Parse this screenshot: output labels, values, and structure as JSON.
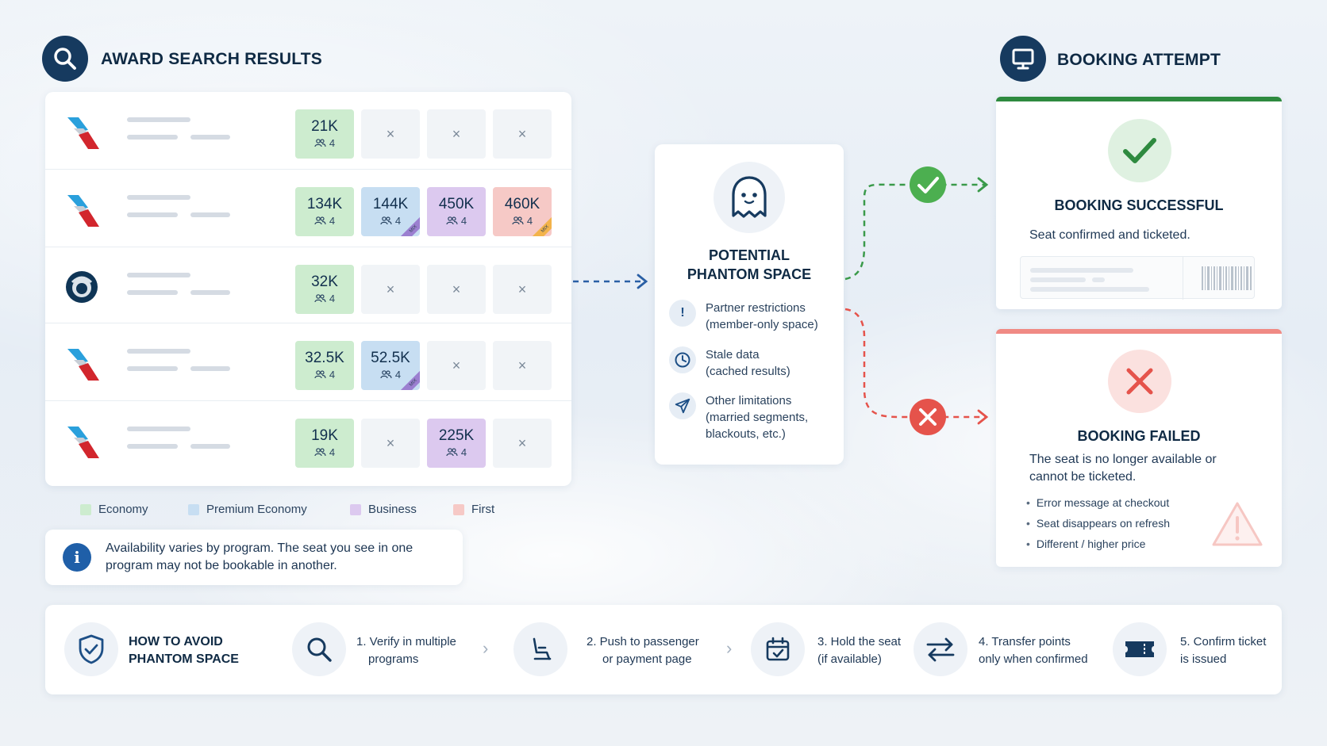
{
  "search": {
    "title": "AWARD SEARCH RESULTS",
    "icon": "search-icon",
    "rows": [
      {
        "logo": "airline-logo-tail",
        "cells": [
          {
            "cabin": "economy",
            "value": "21K",
            "seats": "4"
          },
          {
            "empty": true,
            "symbol": "×"
          },
          {
            "empty": true,
            "symbol": "×"
          },
          {
            "empty": true,
            "symbol": "×"
          }
        ]
      },
      {
        "logo": "airline-logo-tail",
        "cells": [
          {
            "cabin": "economy",
            "value": "134K",
            "seats": "4"
          },
          {
            "cabin": "premium",
            "value": "144K",
            "seats": "4",
            "mix": "MIX"
          },
          {
            "cabin": "business",
            "value": "450K",
            "seats": "4"
          },
          {
            "cabin": "first",
            "value": "460K",
            "seats": "4",
            "mix": "MIX"
          }
        ]
      },
      {
        "logo": "airline-logo-eskimo",
        "cells": [
          {
            "cabin": "economy",
            "value": "32K",
            "seats": "4"
          },
          {
            "empty": true,
            "symbol": "×"
          },
          {
            "empty": true,
            "symbol": "×"
          },
          {
            "empty": true,
            "symbol": "×"
          }
        ]
      },
      {
        "logo": "airline-logo-tail",
        "cells": [
          {
            "cabin": "economy",
            "value": "32.5K",
            "seats": "4"
          },
          {
            "cabin": "premium",
            "value": "52.5K",
            "seats": "4",
            "mix": "MIX"
          },
          {
            "empty": true,
            "symbol": "×"
          },
          {
            "empty": true,
            "symbol": "×"
          }
        ]
      },
      {
        "logo": "airline-logo-tail",
        "cells": [
          {
            "cabin": "economy",
            "value": "19K",
            "seats": "4"
          },
          {
            "empty": true,
            "symbol": "×"
          },
          {
            "cabin": "business",
            "value": "225K",
            "seats": "4"
          },
          {
            "empty": true,
            "symbol": "×"
          }
        ]
      }
    ]
  },
  "legend": [
    {
      "label": "Economy",
      "color": "#cdeccf"
    },
    {
      "label": "Premium Economy",
      "color": "#c7def2"
    },
    {
      "label": "Business",
      "color": "#dcc9ef"
    },
    {
      "label": "First",
      "color": "#f6c9c6"
    }
  ],
  "info": {
    "icon_text": "i",
    "text": "Availability varies by program. The seat you see in one program may not be bookable in another."
  },
  "phantom": {
    "title_line1": "POTENTIAL",
    "title_line2": "PHANTOM SPACE",
    "items": [
      {
        "icon": "exclamation-icon",
        "icon_text": "!",
        "line1": "Partner restrictions",
        "line2": "(member-only space)"
      },
      {
        "icon": "clock-icon",
        "line1": "Stale data",
        "line2": "(cached results)"
      },
      {
        "icon": "plane-icon",
        "line1": "Other limitations",
        "line2": "(married segments,",
        "line3": "blackouts, etc.)"
      }
    ]
  },
  "booking": {
    "title": "BOOKING ATTEMPT",
    "icon": "monitor-icon",
    "success": {
      "title": "BOOKING SUCCESSFUL",
      "desc": "Seat confirmed and ticketed.",
      "color": "#2e8a3f"
    },
    "failed": {
      "title": "BOOKING FAILED",
      "desc": "The seat is no longer available or cannot be ticketed.",
      "bullets": [
        "Error message at checkout",
        "Seat disappears on refresh",
        "Different / higher price"
      ],
      "color": "#e5534b"
    }
  },
  "tips": {
    "title_line1": "HOW TO AVOID",
    "title_line2": "PHANTOM SPACE",
    "steps": [
      {
        "icon": "search-icon",
        "line1": "1. Verify in multiple",
        "line2": "programs"
      },
      {
        "icon": "seat-icon",
        "line1": "2. Push to passenger",
        "line2": "or payment page"
      },
      {
        "icon": "calendar-check-icon",
        "line1": "3. Hold the seat",
        "line2": "(if available)"
      },
      {
        "icon": "transfer-arrows-icon",
        "line1": "4. Transfer points",
        "line2": "only when confirmed"
      },
      {
        "icon": "ticket-icon",
        "line1": "5. Confirm ticket",
        "line2": "is issued"
      }
    ]
  }
}
